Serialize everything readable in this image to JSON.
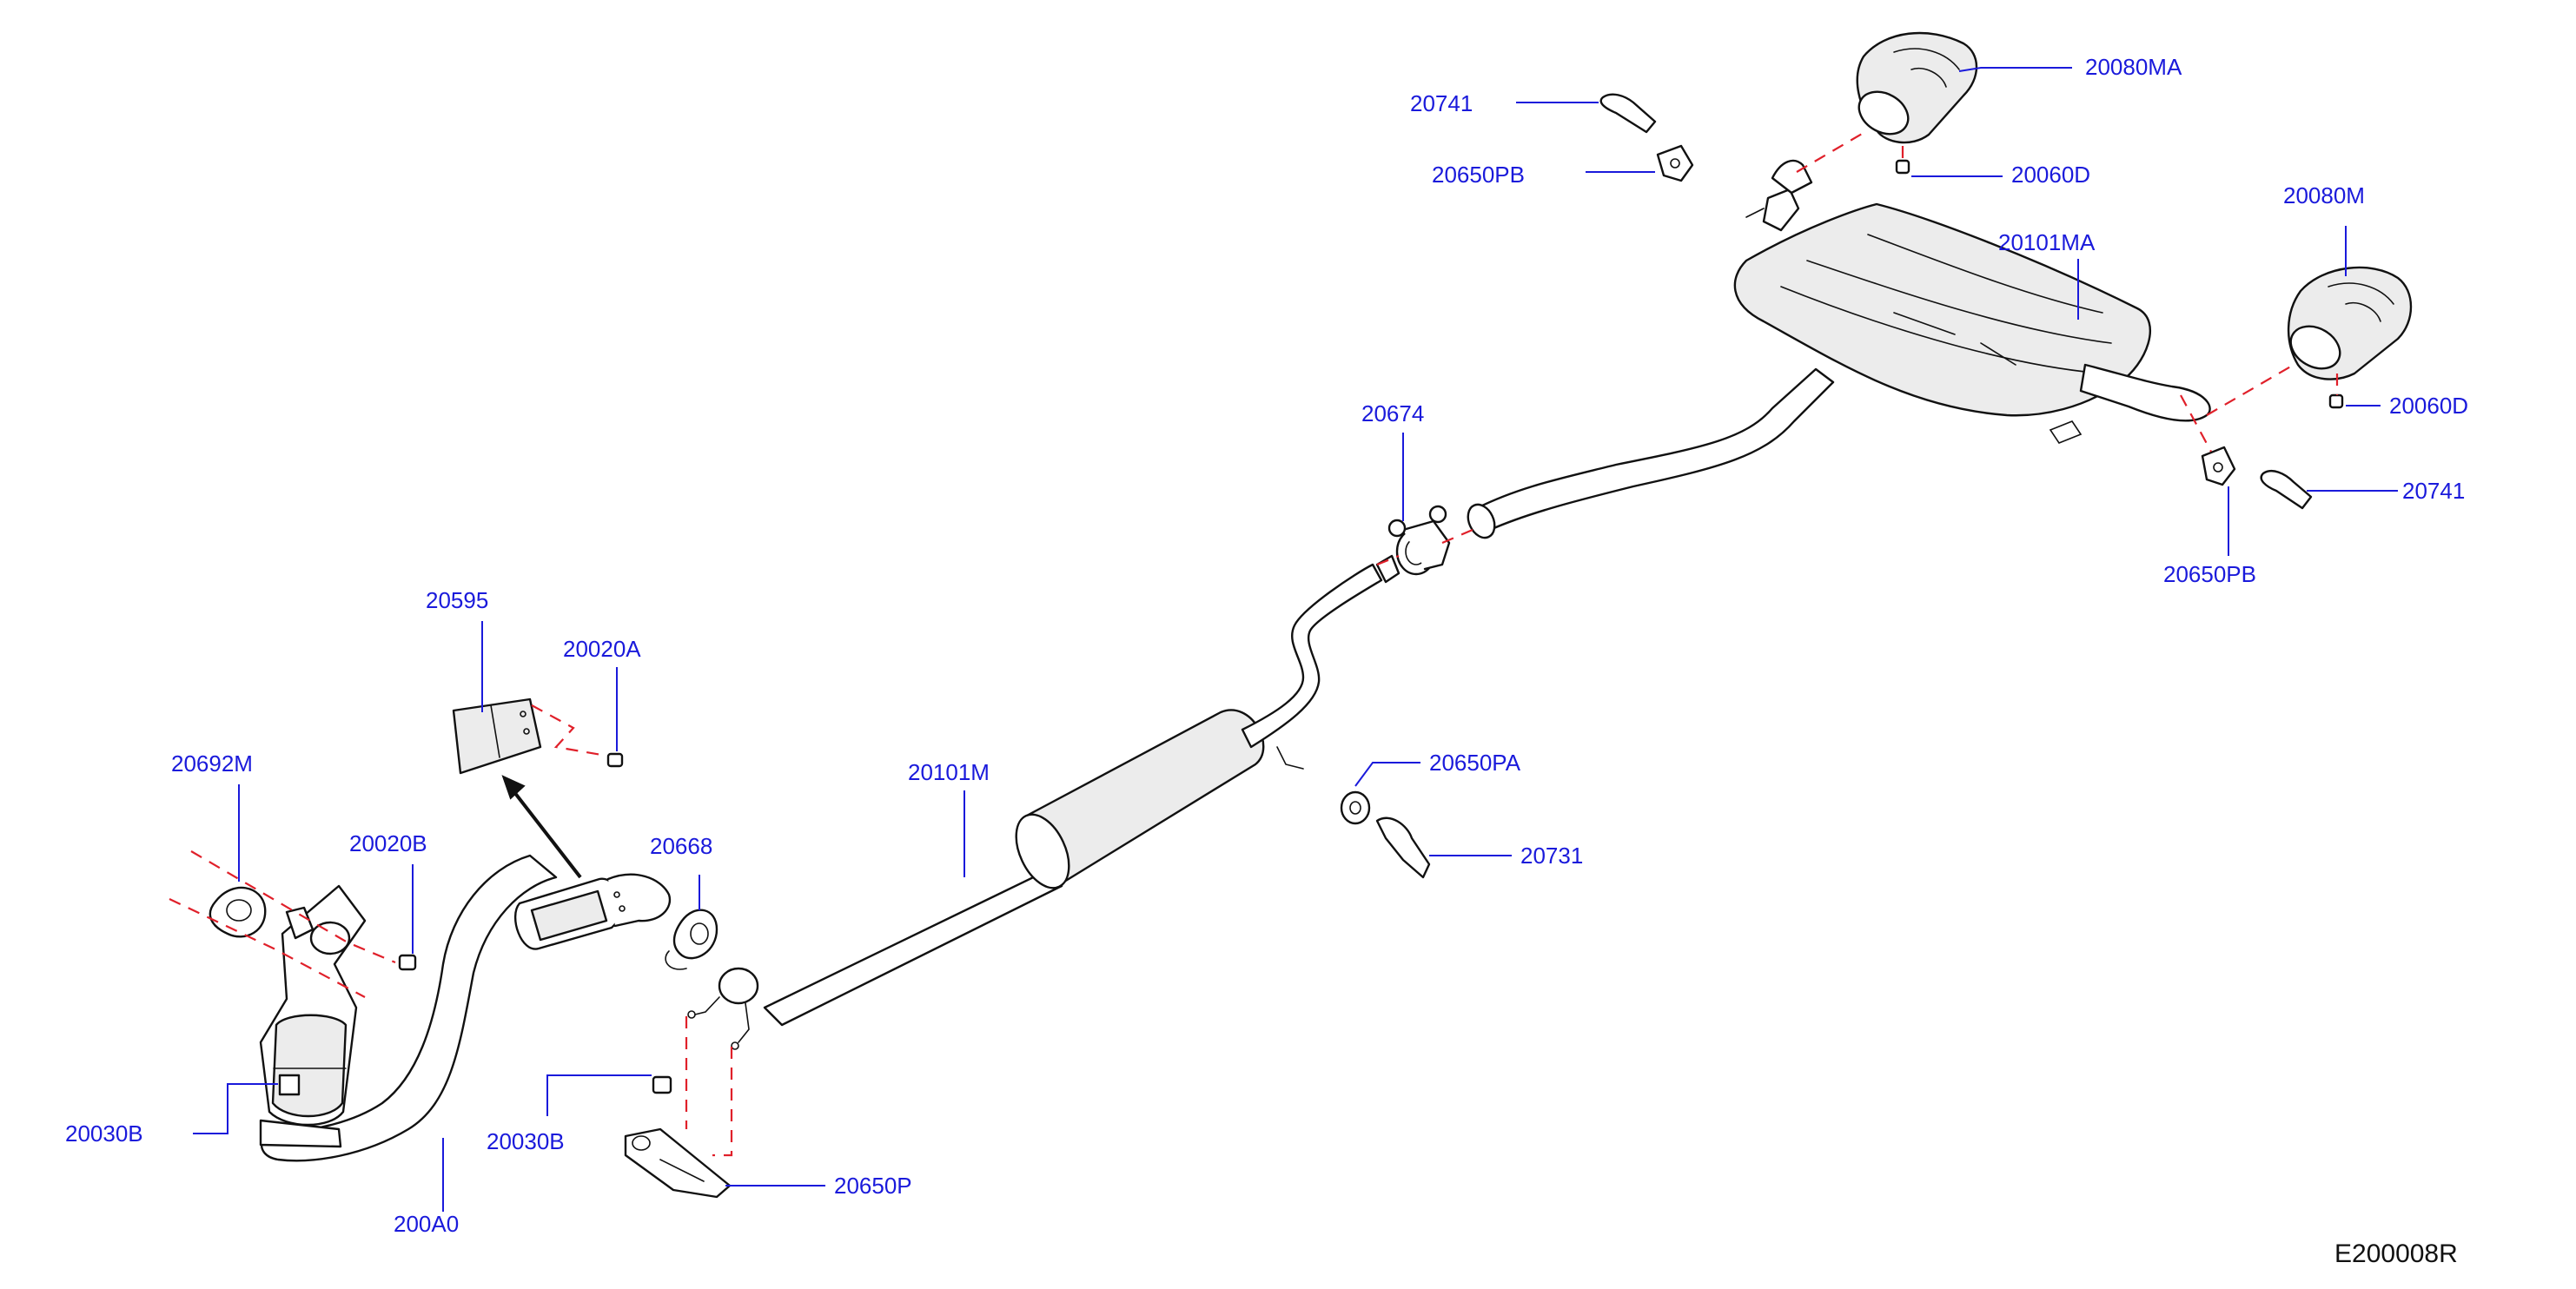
{
  "diagram_code": "E200008R",
  "callouts": [
    {
      "id": "20741_a",
      "text": "20741"
    },
    {
      "id": "20650PB_a",
      "text": "20650PB"
    },
    {
      "id": "20080MA",
      "text": "20080MA"
    },
    {
      "id": "20060D_a",
      "text": "20060D"
    },
    {
      "id": "20101MA",
      "text": "20101MA"
    },
    {
      "id": "20080M",
      "text": "20080M"
    },
    {
      "id": "20060D_b",
      "text": "20060D"
    },
    {
      "id": "20741_b",
      "text": "20741"
    },
    {
      "id": "20650PB_b",
      "text": "20650PB"
    },
    {
      "id": "20674",
      "text": "20674"
    },
    {
      "id": "20595",
      "text": "20595"
    },
    {
      "id": "20020A",
      "text": "20020A"
    },
    {
      "id": "20650PA",
      "text": "20650PA"
    },
    {
      "id": "20731",
      "text": "20731"
    },
    {
      "id": "20692M",
      "text": "20692M"
    },
    {
      "id": "20020B",
      "text": "20020B"
    },
    {
      "id": "20101M",
      "text": "20101M"
    },
    {
      "id": "20668",
      "text": "20668"
    },
    {
      "id": "20030B_a",
      "text": "20030B"
    },
    {
      "id": "20030B_b",
      "text": "20030B"
    },
    {
      "id": "20650P",
      "text": "20650P"
    },
    {
      "id": "200A0",
      "text": "200A0"
    }
  ]
}
